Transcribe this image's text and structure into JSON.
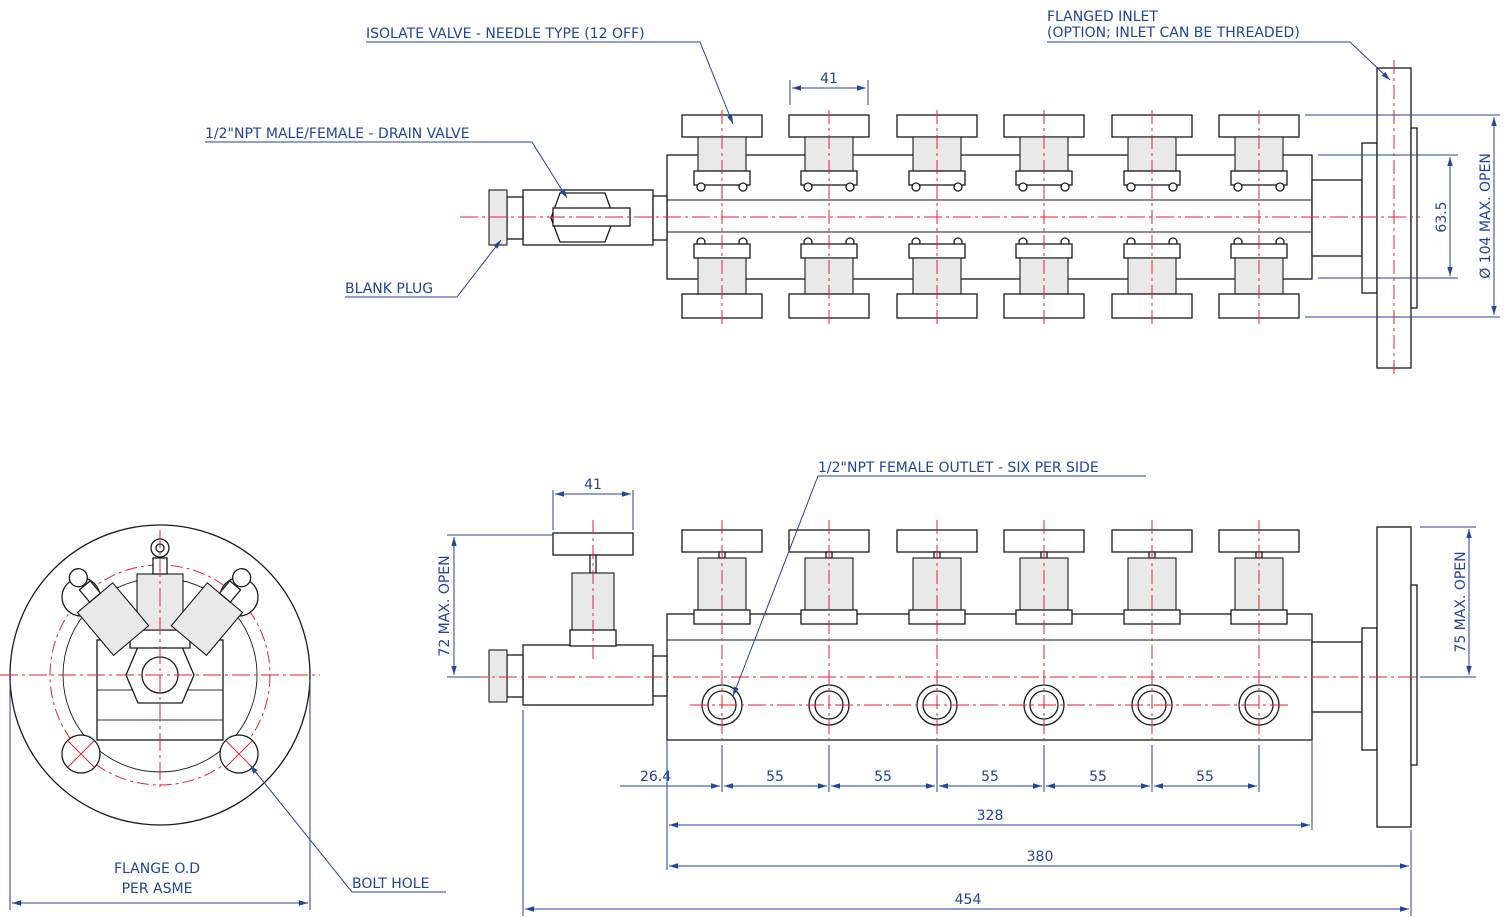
{
  "labels": {
    "isolate_valve": "ISOLATE VALVE - NEEDLE TYPE (12 OFF)",
    "drain_valve": "1/2\"NPT MALE/FEMALE - DRAIN VALVE",
    "blank_plug": "BLANK PLUG",
    "flanged_inlet_1": "FLANGED INLET",
    "flanged_inlet_2": "(OPTION; INLET CAN BE THREADED)",
    "female_outlet": "1/2\"NPT FEMALE OUTLET - SIX PER SIDE",
    "flange_od_1": "FLANGE O.D",
    "flange_od_2": "PER ASME",
    "bolt_hole": "BOLT HOLE"
  },
  "top_view": {
    "dim_valve_width": "41",
    "dim_body": "63.5",
    "dim_max_open": "Ø 104 MAX. OPEN"
  },
  "side_view": {
    "dim_valve_width": "41",
    "dim_drain_open": "72 MAX. OPEN",
    "dim_valve_open": "75 MAX. OPEN",
    "dim_offset": "26.4",
    "pitches": [
      "55",
      "55",
      "55",
      "55",
      "55"
    ],
    "dim_body_length": "328",
    "dim_to_flange": "380",
    "dim_overall": "454"
  },
  "colors": {
    "dimension": "#21459a",
    "centerline": "#e0262b",
    "outline": "#1a1a1a"
  }
}
